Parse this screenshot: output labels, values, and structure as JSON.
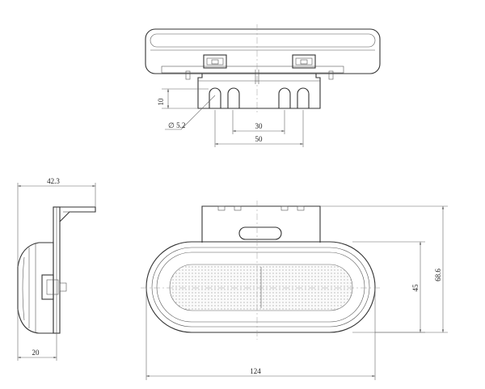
{
  "dimensions": {
    "top_view": {
      "height_10": "10",
      "hole_diameter": "∅ 5.2",
      "hole_spacing_30": "30",
      "bracket_width_50": "50"
    },
    "side_view": {
      "depth_42_3": "42.3",
      "thickness_20": "20"
    },
    "front_view": {
      "overall_width_124": "124",
      "lens_height_45": "45",
      "overall_height_68_6": "68.6"
    }
  }
}
